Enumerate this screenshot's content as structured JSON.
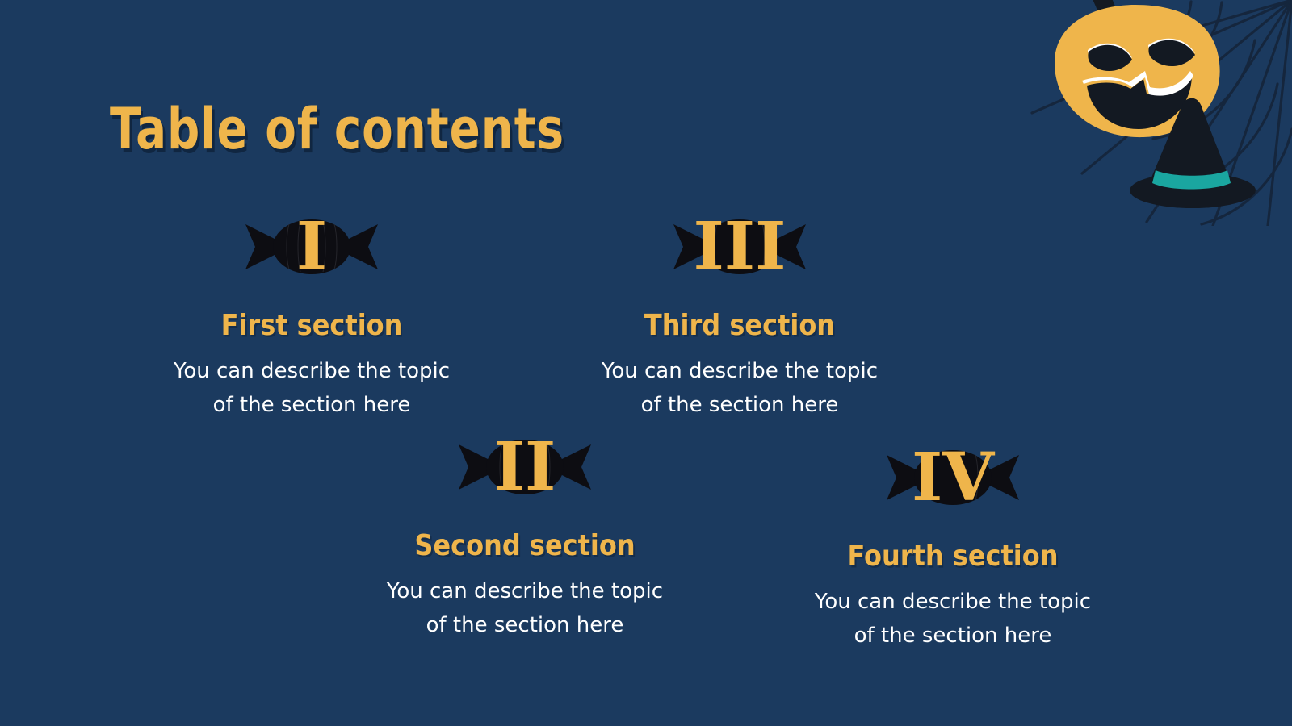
{
  "theme": {
    "background_color": "#1b3a5f",
    "accent_color": "#efb54b",
    "text_color": "#ffffff",
    "candy_color": "#0d0d12",
    "hat_band_color": "#1aa6a0",
    "web_color": "#15263d"
  },
  "title": "Table of contents",
  "sections": [
    {
      "numeral": "I",
      "title": "First section",
      "body_line1": "You can describe the topic",
      "body_line2": "of the section here"
    },
    {
      "numeral": "II",
      "title": "Second section",
      "body_line1": "You can describe the topic",
      "body_line2": "of the section here"
    },
    {
      "numeral": "III",
      "title": "Third section",
      "body_line1": "You can describe the topic",
      "body_line2": "of the section here"
    },
    {
      "numeral": "IV",
      "title": "Fourth section",
      "body_line1": "You can describe the topic",
      "body_line2": "of the section here"
    }
  ],
  "decorations": {
    "pumpkin": "jack-o-lantern-icon",
    "witch_hat": "witch-hat-icon",
    "spider_web": "spider-web-icon"
  }
}
